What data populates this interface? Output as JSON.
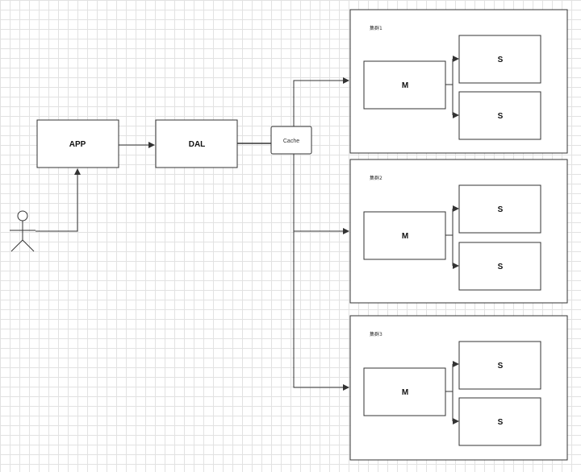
{
  "nodes": {
    "app": "APP",
    "dal": "DAL",
    "cache": "Cache"
  },
  "clusters": [
    {
      "label": "集群1",
      "master": "M",
      "slaves": [
        "S",
        "S"
      ]
    },
    {
      "label": "集群2",
      "master": "M",
      "slaves": [
        "S",
        "S"
      ]
    },
    {
      "label": "集群3",
      "master": "M",
      "slaves": [
        "S",
        "S"
      ]
    }
  ],
  "colors": {
    "stroke": "#333333",
    "fill": "#ffffff"
  }
}
